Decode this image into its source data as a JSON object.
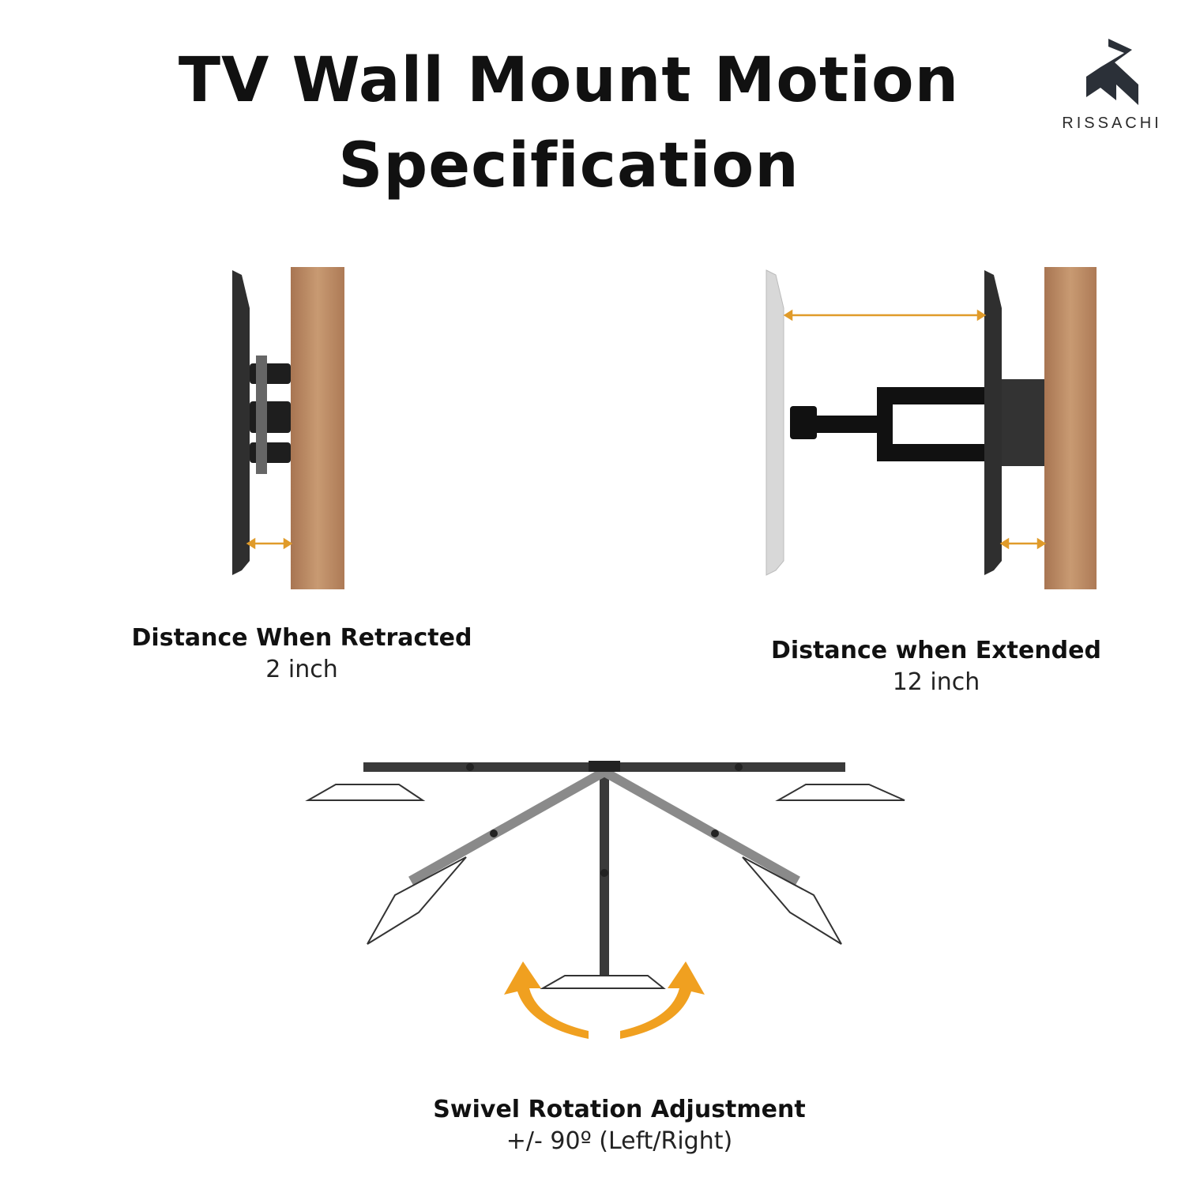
{
  "title": {
    "line1": "TV Wall Mount Motion",
    "line2": "Specification"
  },
  "brand": {
    "name": "RISSACHI"
  },
  "colors": {
    "wood": "#b98560",
    "accent": "#f0a020",
    "arm": "#4a4a4a",
    "tv_back": "#333333"
  },
  "specs": [
    {
      "heading": "Distance When Retracted",
      "value": "2 inch"
    },
    {
      "heading": "Distance when Extended",
      "value": "12 inch"
    },
    {
      "heading": "Swivel Rotation Adjustment",
      "value": "+/- 90º (Left/Right)"
    }
  ],
  "icons": [
    "rissachi-logo-icon",
    "double-arrow-icon",
    "rotation-arrow-icon"
  ]
}
